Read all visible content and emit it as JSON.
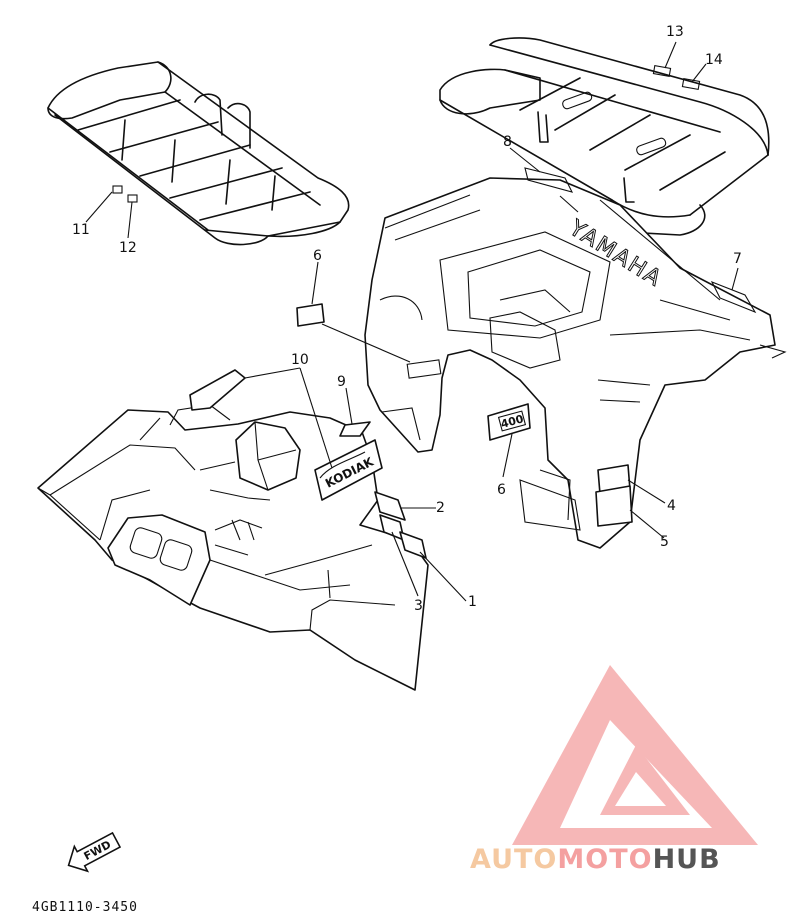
{
  "diagram": {
    "drawing_code": "4GB1110-3450",
    "fwd_label": "FWD",
    "embossed_brand": "YAMAHA",
    "decal_model": "KODIAK",
    "decal_displacement": "400",
    "callouts": [
      {
        "id": "c1",
        "label": "1"
      },
      {
        "id": "c2",
        "label": "2"
      },
      {
        "id": "c3",
        "label": "3"
      },
      {
        "id": "c4",
        "label": "4"
      },
      {
        "id": "c5",
        "label": "5"
      },
      {
        "id": "c6a",
        "label": "6"
      },
      {
        "id": "c6b",
        "label": "6"
      },
      {
        "id": "c7",
        "label": "7"
      },
      {
        "id": "c8",
        "label": "8"
      },
      {
        "id": "c9",
        "label": "9"
      },
      {
        "id": "c10",
        "label": "10"
      },
      {
        "id": "c11",
        "label": "11"
      },
      {
        "id": "c12",
        "label": "12"
      },
      {
        "id": "c13",
        "label": "13"
      },
      {
        "id": "c14",
        "label": "14"
      }
    ]
  },
  "watermark": {
    "part1": "AUTO",
    "part2": "MOTO",
    "part3": "HUB",
    "color_light": "#f5c9a1",
    "color_mid": "#f4a0a0",
    "color_dark": "#555555"
  }
}
